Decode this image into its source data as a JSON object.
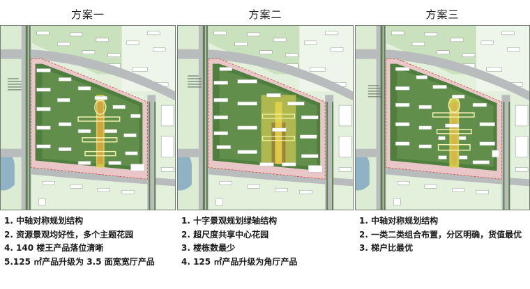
{
  "schemes": [
    {
      "title": "方案一",
      "plan_label": "site-plan-scheme-1",
      "notes": [
        "1. 中轴对称规划结构",
        "2. 资源景观均好性，多个主题花园",
        "4. 140 楼王产品落位清晰",
        "5.125 ㎡产品升级为 3.5 面宽宽厅产品"
      ]
    },
    {
      "title": "方案二",
      "plan_label": "site-plan-scheme-2",
      "notes": [
        "1. 十字景观规划绿轴结构",
        "2. 超尺度共享中心花园",
        "3. 楼栋数最少",
        "4. 125 ㎡产品升级为角厅产品"
      ]
    },
    {
      "title": "方案三",
      "plan_label": "site-plan-scheme-3",
      "notes": [
        "1. 中轴对称规划结构",
        "2. 一类二类组合布置，分区明确，货值最优",
        "3. 梯户比最优"
      ]
    }
  ],
  "colors": {
    "background": "#ffffff",
    "map_green_light": "#dfeed8",
    "map_green_dark": "#4f7f3e",
    "road_gray": "#b9bcbd",
    "sidewalk_pink": "#e9c6c8",
    "boundary_red": "#d44a3c",
    "axis_yellow": "#e4d34a",
    "water_blue": "#8fb3c4"
  }
}
